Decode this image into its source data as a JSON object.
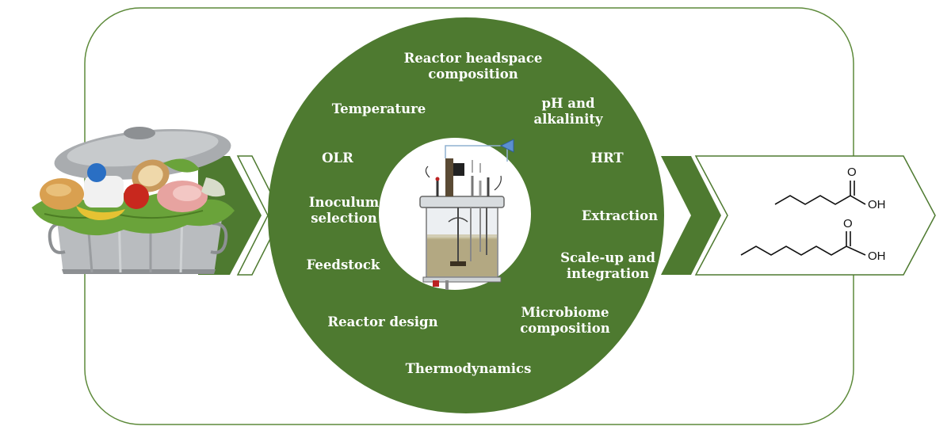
{
  "parameters": [
    {
      "id": "headspace",
      "lines": [
        "Reactor headspace",
        "composition"
      ]
    },
    {
      "id": "temperature",
      "lines": [
        "Temperature"
      ]
    },
    {
      "id": "ph",
      "lines": [
        "pH and",
        "alkalinity"
      ]
    },
    {
      "id": "olr",
      "lines": [
        "OLR"
      ]
    },
    {
      "id": "hrt",
      "lines": [
        "HRT"
      ]
    },
    {
      "id": "inoculum",
      "lines": [
        "Inoculum",
        "selection"
      ]
    },
    {
      "id": "extraction",
      "lines": [
        "Extraction"
      ]
    },
    {
      "id": "feedstock",
      "lines": [
        "Feedstock"
      ]
    },
    {
      "id": "scaleup",
      "lines": [
        "Scale-up and",
        "integration"
      ]
    },
    {
      "id": "microbiome",
      "lines": [
        "Microbiome",
        "composition"
      ]
    },
    {
      "id": "reactor-design",
      "lines": [
        "Reactor design"
      ]
    },
    {
      "id": "thermodynamics",
      "lines": [
        "Thermodynamics"
      ]
    }
  ],
  "products": {
    "molecule1": {
      "name": "hexanoic acid",
      "carbonyl_atom": "O",
      "hydroxyl_group": "OH"
    },
    "molecule2": {
      "name": "octanoic acid",
      "carbonyl_atom": "O",
      "hydroxyl_group": "OH"
    }
  },
  "icons": [
    "food-waste-bin-icon",
    "bioreactor-icon",
    "chevron-arrow-icon",
    "hexanoic-acid-structure-icon",
    "octanoic-acid-structure-icon"
  ],
  "colors": {
    "green": "#4e7a30",
    "outline": "#5d8a3a",
    "label_text": "#ffffff"
  }
}
